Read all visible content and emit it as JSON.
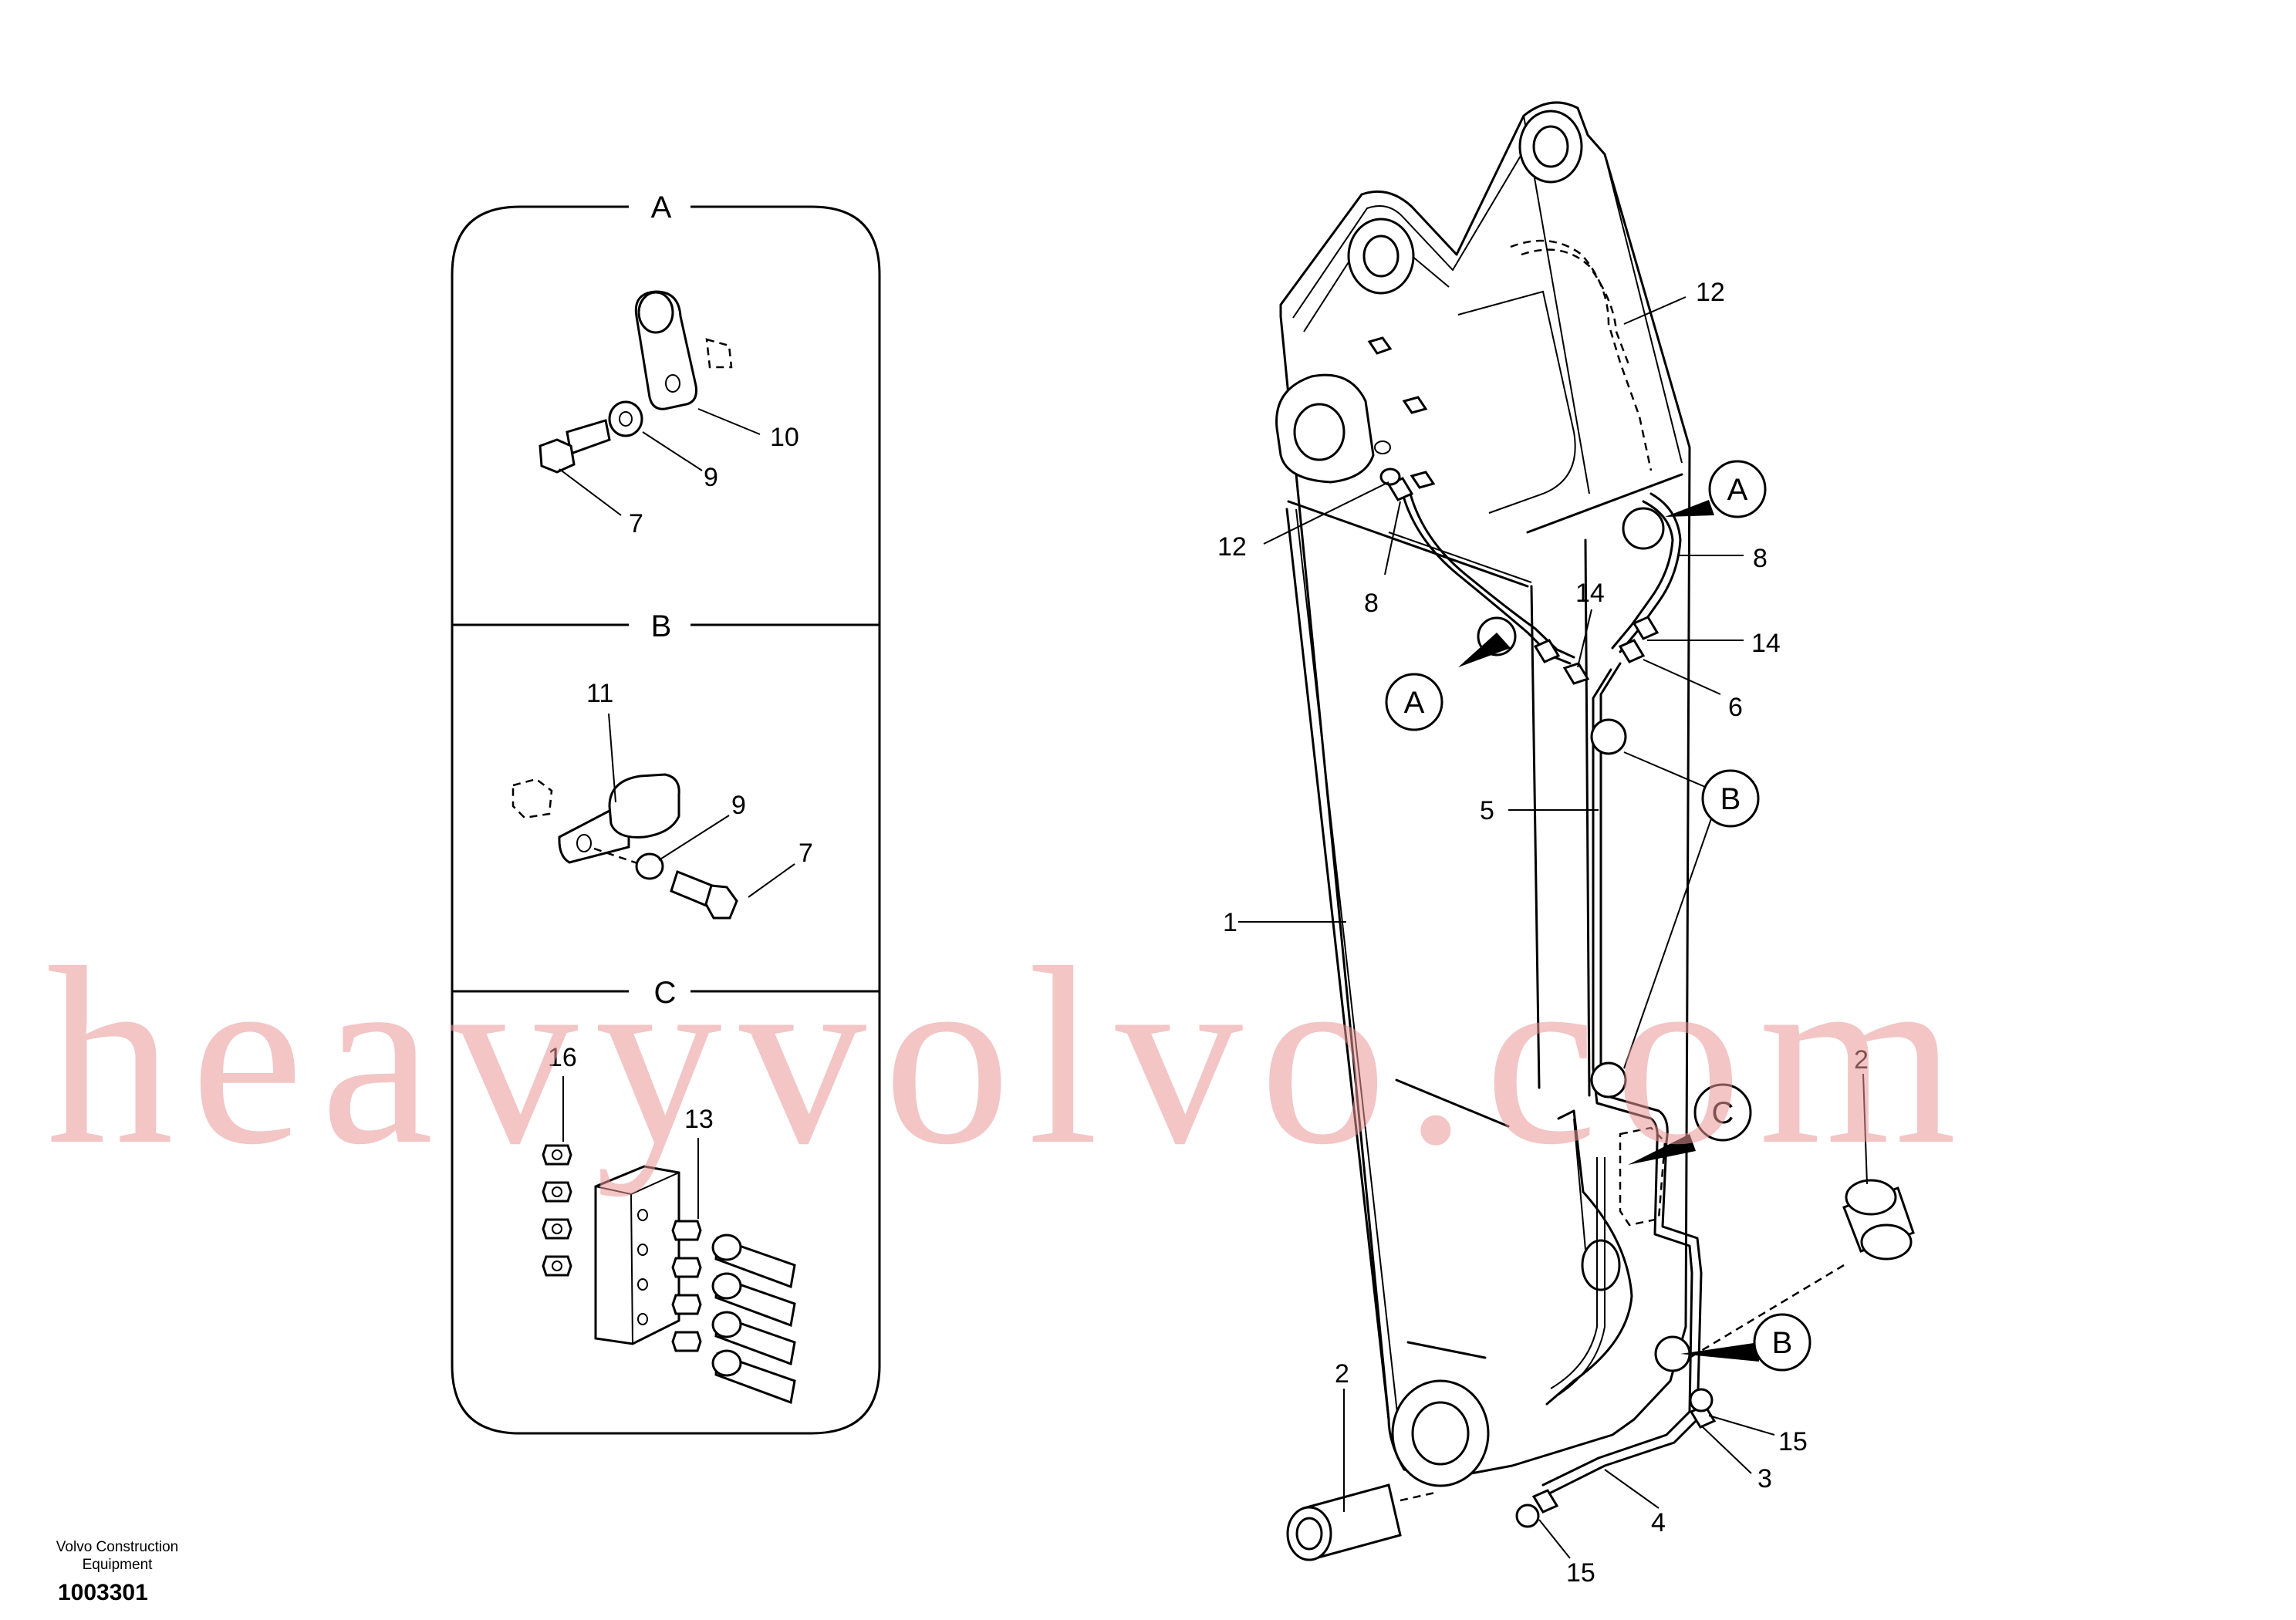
{
  "sections": [
    {
      "letter": "A",
      "callouts": [
        "10",
        "9",
        "7"
      ]
    },
    {
      "letter": "B",
      "callouts": [
        "11",
        "9",
        "7"
      ]
    },
    {
      "letter": "C",
      "callouts": [
        "16",
        "13"
      ]
    }
  ],
  "callouts": {
    "c12_top": "12",
    "c12_left": "12",
    "c8_right": "8",
    "c8_left": "8",
    "c14_left": "14",
    "c14_right": "14",
    "c6": "6",
    "c5": "5",
    "c1": "1",
    "c2_right": "2",
    "c2_left": "2",
    "c15_right": "15",
    "c15_bottom": "15",
    "c3": "3",
    "c4": "4"
  },
  "detail_markers": {
    "a_top": "A",
    "a_left": "A",
    "b_mid": "B",
    "b_low": "B",
    "c_mid": "C"
  },
  "footer": {
    "brand_line1": "Volvo Construction",
    "brand_line2": "Equipment",
    "drawing_number": "1003301"
  },
  "watermark": "heavyvolvo.com"
}
